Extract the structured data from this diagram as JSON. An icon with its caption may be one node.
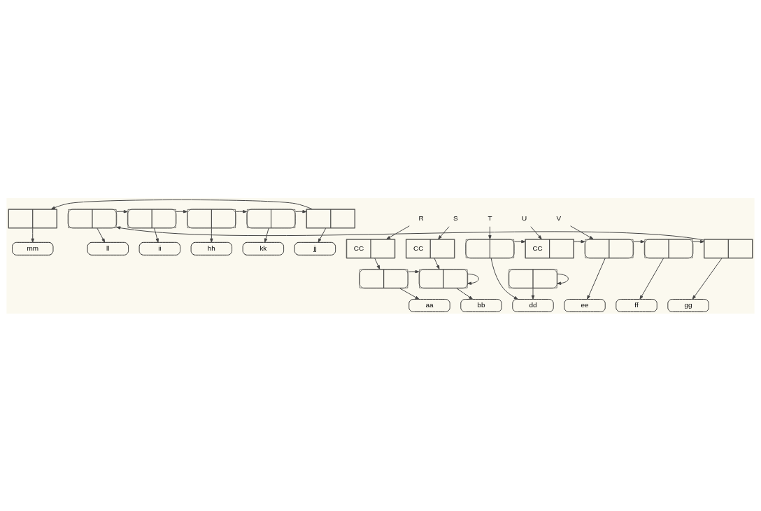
{
  "diagram": {
    "nodes": [
      {
        "text": [],
        "shape": "box"
      },
      {
        "text": [
          "mm"
        ]
      },
      {
        "text": [],
        "shape": "tape"
      },
      {
        "text": [],
        "shape": "tape"
      },
      {
        "text": [],
        "shape": "tape"
      },
      {
        "text": [],
        "shape": "tape"
      },
      {
        "text": [],
        "shape": "box"
      },
      {
        "text": [
          "ll"
        ]
      },
      {
        "text": [
          "ii"
        ]
      },
      {
        "text": [
          "hh"
        ]
      },
      {
        "text": [
          "kk"
        ]
      },
      {
        "text": [
          "jj"
        ]
      },
      {
        "text": [
          "R"
        ]
      },
      {
        "text": [
          "S"
        ]
      },
      {
        "text": [
          "T"
        ]
      },
      {
        "text": [
          "U"
        ]
      },
      {
        "text": [
          "V"
        ]
      },
      {
        "text": [
          "CC"
        ]
      },
      {
        "text": [
          "CC"
        ]
      },
      {
        "text": [],
        "shape": "tape"
      },
      {
        "text": [
          "CC"
        ]
      },
      {
        "text": [],
        "shape": "tape"
      },
      {
        "text": [],
        "shape": "tape"
      },
      {
        "text": [],
        "shape": "box"
      },
      {
        "text": [],
        "shape": "tape"
      },
      {
        "text": [],
        "shape": "tape"
      },
      {
        "text": [],
        "shape": "tape"
      },
      {
        "text": [
          "aa"
        ]
      },
      {
        "text": [
          "bb"
        ]
      },
      {
        "text": [
          "dd"
        ]
      },
      {
        "text": [
          "ee"
        ]
      },
      {
        "text": [
          "ff"
        ]
      },
      {
        "text": [
          "gg"
        ]
      }
    ],
    "edges": [
      {
        "from": 0,
        "to": 1,
        "arrow": "to"
      },
      {
        "from": 6,
        "to": 0,
        "arrow": "to"
      },
      {
        "from": 2,
        "to": 7,
        "arrow": "to"
      },
      {
        "from": 2,
        "to": 3,
        "arrow": "to"
      },
      {
        "from": 3,
        "to": 8,
        "arrow": "to"
      },
      {
        "from": 3,
        "to": 4,
        "arrow": "to"
      },
      {
        "from": 4,
        "to": 9,
        "arrow": "to"
      },
      {
        "from": 4,
        "to": 5,
        "arrow": "to"
      },
      {
        "from": 5,
        "to": 10,
        "arrow": "to"
      },
      {
        "from": 5,
        "to": 6,
        "arrow": "to"
      },
      {
        "from": 6,
        "to": 11,
        "arrow": "to"
      },
      {
        "from": 12,
        "to": 17,
        "arrow": "to"
      },
      {
        "from": 13,
        "to": 18,
        "arrow": "to"
      },
      {
        "from": 14,
        "to": 19,
        "arrow": "to"
      },
      {
        "from": 15,
        "to": 20,
        "arrow": "to"
      },
      {
        "from": 16,
        "to": 21,
        "arrow": "to"
      },
      {
        "from": 17,
        "to": 24,
        "arrow": "to"
      },
      {
        "from": 18,
        "to": 25,
        "arrow": "to"
      },
      {
        "from": 19,
        "to": 29,
        "arrow": "to"
      },
      {
        "from": 19,
        "to": 20,
        "arrow": "to"
      },
      {
        "from": 20,
        "to": 21,
        "arrow": "to"
      },
      {
        "from": 21,
        "to": 30,
        "arrow": "to"
      },
      {
        "from": 21,
        "to": 22,
        "arrow": "to"
      },
      {
        "from": 22,
        "to": 31,
        "arrow": "to"
      },
      {
        "from": 22,
        "to": 23,
        "arrow": "to"
      },
      {
        "from": 23,
        "to": 32,
        "arrow": "to"
      },
      {
        "from": 23,
        "to": 2,
        "arrow": "to"
      },
      {
        "from": 24,
        "to": 27,
        "arrow": "to"
      },
      {
        "from": 24,
        "to": 25,
        "arrow": "to"
      },
      {
        "from": 25,
        "to": 28,
        "arrow": "to"
      },
      {
        "from": 25,
        "to": 25,
        "arrow": "to"
      },
      {
        "from": 26,
        "to": 29,
        "arrow": "to"
      },
      {
        "from": 26,
        "to": 26,
        "arrow": "to"
      }
    ]
  }
}
